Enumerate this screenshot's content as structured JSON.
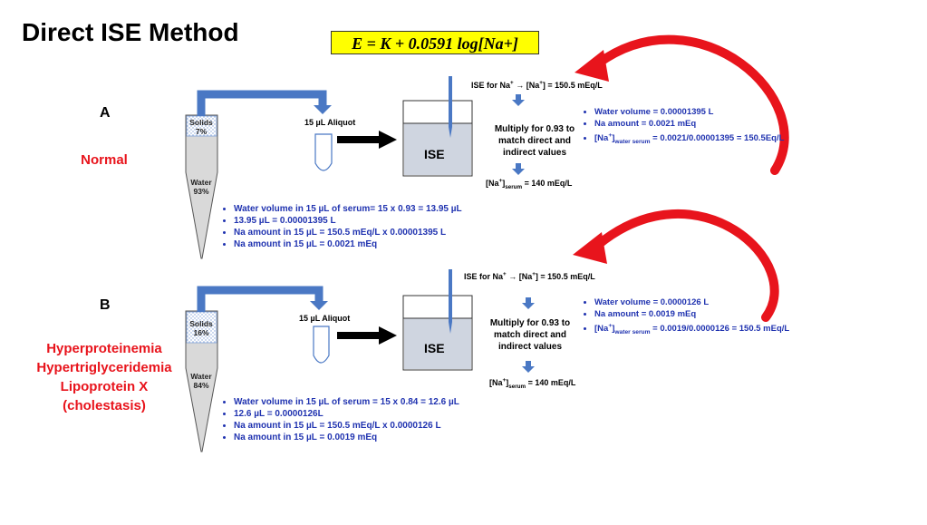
{
  "title": "Direct ISE Method",
  "formula": "E = K + 0.0591 log[Na+]",
  "panels": [
    {
      "letter": "A",
      "condition": [
        "Normal"
      ],
      "solids_label": "Solids",
      "solids_pct": "7%",
      "water_label": "Water",
      "water_pct": "93%",
      "aliquot": "15 µL Aliquot",
      "ise_label": "ISE",
      "ise_reading_prefix": "ISE for Na",
      "ise_reading_mid": "→ [Na",
      "ise_reading_suffix": "] = 150.5 mEq/L",
      "multiply_text": [
        "Multiply for 0.93 to",
        "match direct and",
        "indirect values"
      ],
      "serum_prefix": "[Na",
      "serum_sub": "serum",
      "serum_suffix": "= 140 mEq/L",
      "calc_list": [
        "Water volume in 15 µL of serum= 15 x 0.93 = 13.95 µL",
        "13.95 µL = 0.00001395 L",
        "Na amount in 15 µL = 150.5 mEq/L x 0.00001395 L",
        "Na amount in 15 µL = 0.0021 mEq"
      ],
      "right_list": [
        "Water volume = 0.00001395 L",
        "Na amount = 0.0021 mEq"
      ],
      "right_last_prefix": "[Na",
      "right_last_sub": "water serum",
      "right_last_suffix": "= 0.0021/0.00001395 = 150.5Eq/L"
    },
    {
      "letter": "B",
      "condition": [
        "Hyperproteinemia",
        "Hypertriglyceridemia",
        "Lipoprotein X",
        "(cholestasis)"
      ],
      "solids_label": "Solids",
      "solids_pct": "16%",
      "water_label": "Water",
      "water_pct": "84%",
      "aliquot": "15 µL Aliquot",
      "ise_label": "ISE",
      "ise_reading_prefix": "ISE for Na",
      "ise_reading_mid": "→ [Na",
      "ise_reading_suffix": "] = 150.5 mEq/L",
      "multiply_text": [
        "Multiply for 0.93 to",
        "match direct and",
        "indirect values"
      ],
      "serum_prefix": "[Na",
      "serum_sub": "serum",
      "serum_suffix": "= 140 mEq/L",
      "calc_list": [
        "Water volume in 15 µL of serum = 15 x 0.84 = 12.6 µL",
        "12.6 µL = 0.0000126L",
        "Na amount in 15 µL = 150.5 mEq/L x 0.0000126 L",
        "Na amount in 15 µL = 0.0019 mEq"
      ],
      "right_list": [
        "Water volume = 0.0000126 L",
        "Na amount = 0.0019 mEq"
      ],
      "right_last_prefix": "[Na",
      "right_last_sub": "water serum",
      "right_last_suffix": "= 0.0019/0.0000126 = 150.5 mEq/L"
    }
  ],
  "colors": {
    "red": "#e8141c",
    "blue": "#2033b0",
    "pipe": "#4a78c4",
    "ise_fill": "#cfd5e0",
    "formula_bg": "#ffff00"
  }
}
